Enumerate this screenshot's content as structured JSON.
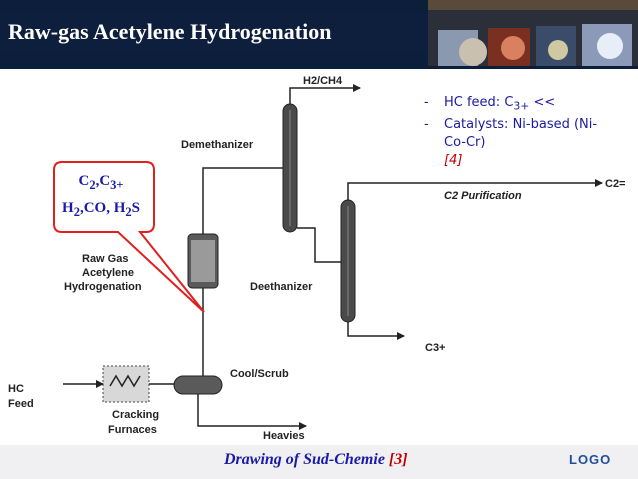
{
  "slide": {
    "title": "Raw-gas Acetylene Hydrogenation",
    "caption_text": "Drawing of Sud-Chemie",
    "caption_ref": "[3]",
    "logo": "LOGO"
  },
  "notes": [
    {
      "dash": "-",
      "text_a": "HC feed: C",
      "sub": "3+",
      "text_b": " <<"
    },
    {
      "dash": "-",
      "text": "Catalysts: Ni-based (Ni-Co-Cr)",
      "ref": "[4]"
    }
  ],
  "callout": {
    "line1_c": "C",
    "line1_s1": "2",
    "line1_sep": ",C",
    "line1_s2": "3+",
    "line2_a": "H",
    "line2_s1": "2",
    "line2_b": ",CO, H",
    "line2_s2": "2",
    "line2_c": "S"
  },
  "diagram": {
    "h2ch4": "H2/CH4",
    "demethanizer": "Demethanizer",
    "c2_purification": "C2 Purification",
    "c2_out": "C2=",
    "raw_gas_1": "Raw Gas",
    "raw_gas_2": "Acetylene",
    "raw_gas_3": "Hydrogenation",
    "deethanizer": "Deethanizer",
    "c3plus": "C3+",
    "hc_1": "HC",
    "hc_2": "Feed",
    "cool_scrub": "Cool/Scrub",
    "cracking_1": "Cracking",
    "cracking_2": "Furnaces",
    "heavies": "Heavies"
  },
  "colors": {
    "header_bg": "#0d1f3d",
    "text_blue": "#1a1aa6",
    "ref_red": "#c00000",
    "callout_border": "#e02020",
    "logo_blue": "#1e4e9a"
  }
}
